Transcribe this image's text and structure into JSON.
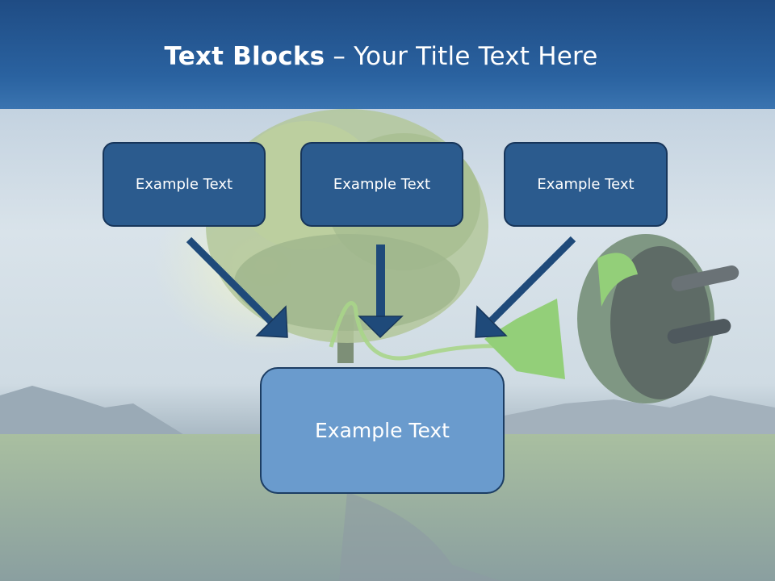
{
  "slide": {
    "title_bold": "Text Blocks",
    "title_rest": " – Your Title Text Here",
    "boxes": [
      {
        "label": "Example Text"
      },
      {
        "label": "Example Text"
      },
      {
        "label": "Example Text"
      }
    ],
    "target_box": {
      "label": "Example Text"
    }
  },
  "colors": {
    "title_bar": "#2a62a0",
    "box_fill": "#2b5b8e",
    "target_fill": "#6a9bcd",
    "arrow": "#1f4a7a"
  },
  "background": {
    "icons": [
      "tree-icon",
      "power-plug-icon",
      "mountains-icon",
      "grass-field-icon"
    ]
  }
}
